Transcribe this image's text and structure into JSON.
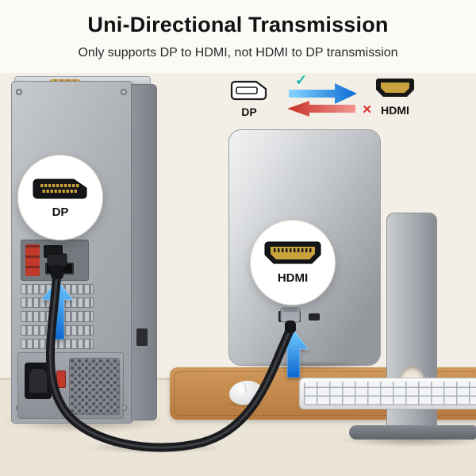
{
  "header": {
    "title": "Uni-Directional Transmission",
    "subtitle": "Only supports DP to HDMI, not HDMI to DP transmission"
  },
  "legend": {
    "dp_label": "DP",
    "hdmi_label": "HDMI",
    "check_glyph": "✓",
    "cross_glyph": "✕"
  },
  "callouts": {
    "dp": {
      "label": "DP"
    },
    "hdmi": {
      "label": "HDMI"
    }
  },
  "colors": {
    "background": "#f3efe7",
    "allowed_arrow_blue": "#0c6fd8",
    "blocked_arrow_red": "#d8342e",
    "check_teal": "#12b7a6",
    "desk_mat_leather": "#c08a4e",
    "connector_gold": "#c9a23e"
  },
  "icons": {
    "dp_connector": "dp-plug-outline",
    "hdmi_connector": "hdmi-plug-filled",
    "allowed_direction": "blue-arrow-right",
    "blocked_direction": "red-arrow-left",
    "port_pointer": "blue-arrow-up"
  }
}
